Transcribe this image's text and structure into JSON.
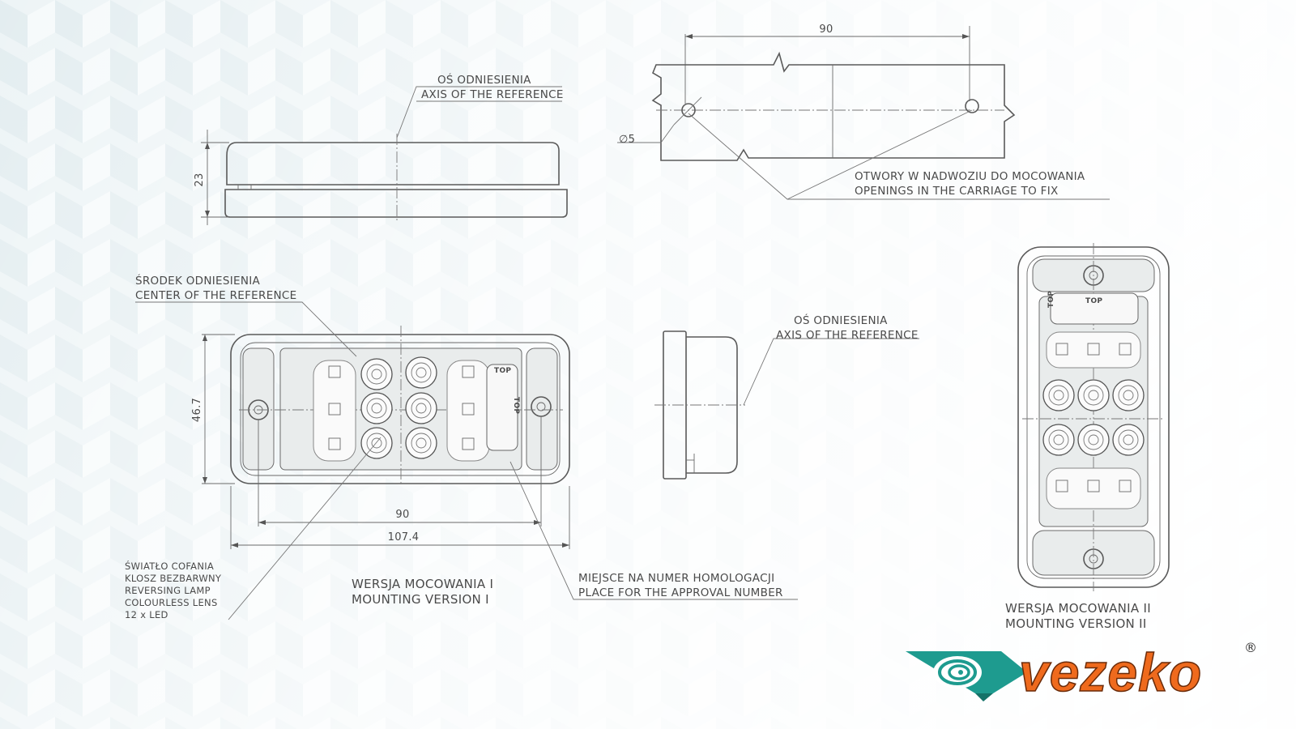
{
  "labels": {
    "axis_ref_top_pl": "OŚ ODNIESIENIA",
    "axis_ref_top_en": "AXIS OF THE REFERENCE",
    "center_ref_pl": "ŚRODEK ODNIESIENIA",
    "center_ref_en": "CENTER OF THE REFERENCE",
    "axis_ref_side_pl": "OŚ ODNIESIENIA",
    "axis_ref_side_en": "AXIS OF THE REFERENCE",
    "openings_pl": "OTWORY W NADWOZIU DO MOCOWANIA",
    "openings_en": "OPENINGS IN THE CARRIAGE TO FIX",
    "approval_pl": "MIEJSCE NA NUMER HOMOLOGACJI",
    "approval_en": "PLACE FOR THE APPROVAL NUMBER",
    "lamp_line1": "ŚWIATŁO COFANIA",
    "lamp_line2": "KLOSZ BEZBARWNY",
    "lamp_line3": "REVERSING LAMP",
    "lamp_line4": "COLOURLESS LENS",
    "lamp_line5": "12 x LED",
    "version1_pl": "WERSJA MOCOWANIA I",
    "version1_en": "MOUNTING VERSION I",
    "version2_pl": "WERSJA MOCOWANIA II",
    "version2_en": "MOUNTING VERSION II",
    "top_mark": "TOP"
  },
  "dimensions": {
    "hole_spacing_top": "90",
    "hole_diameter": "∅5",
    "height": "23",
    "width_height": "46.7",
    "hole_spacing_front": "90",
    "overall_length": "107.4"
  },
  "brand": {
    "name": "vezeko",
    "registered": "®",
    "primary_color": "#ef6a1d",
    "secondary_color": "#1e9b8f"
  }
}
